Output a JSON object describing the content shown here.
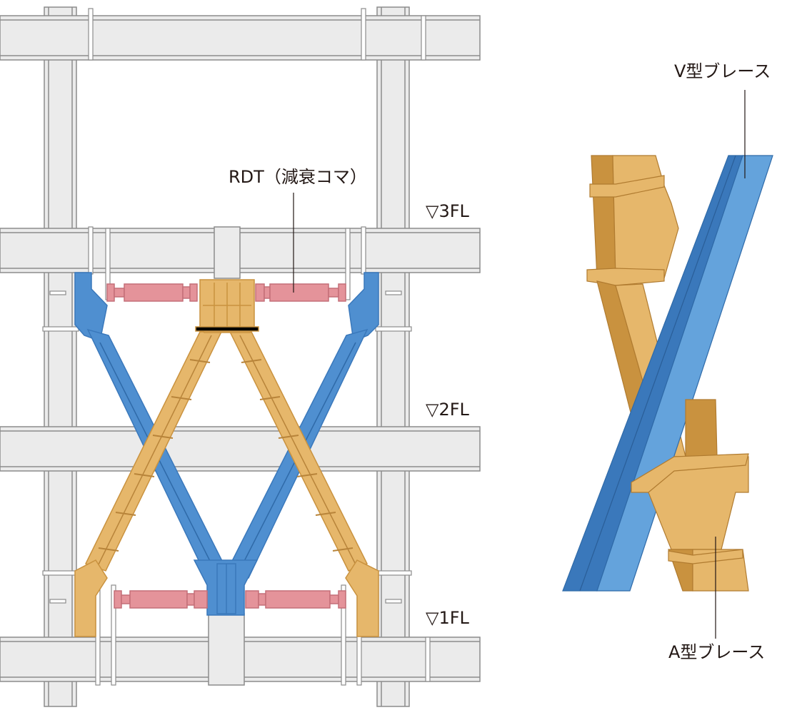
{
  "labels": {
    "rdt": "RDT（減衰コマ）",
    "fl3": "▽3FL",
    "fl2": "▽2FL",
    "fl1": "▽1FL",
    "v_brace": "V型ブレース",
    "a_brace": "A型ブレース"
  },
  "colors": {
    "frame_fill": "#ebebeb",
    "frame_stroke": "#8c8c8c",
    "v_brace": "#4f8fd0",
    "v_brace_dark": "#3a78bb",
    "a_brace": "#e6b76b",
    "a_brace_dark": "#c9923f",
    "rdt": "#e4939a",
    "rdt_dark": "#c46f78"
  }
}
